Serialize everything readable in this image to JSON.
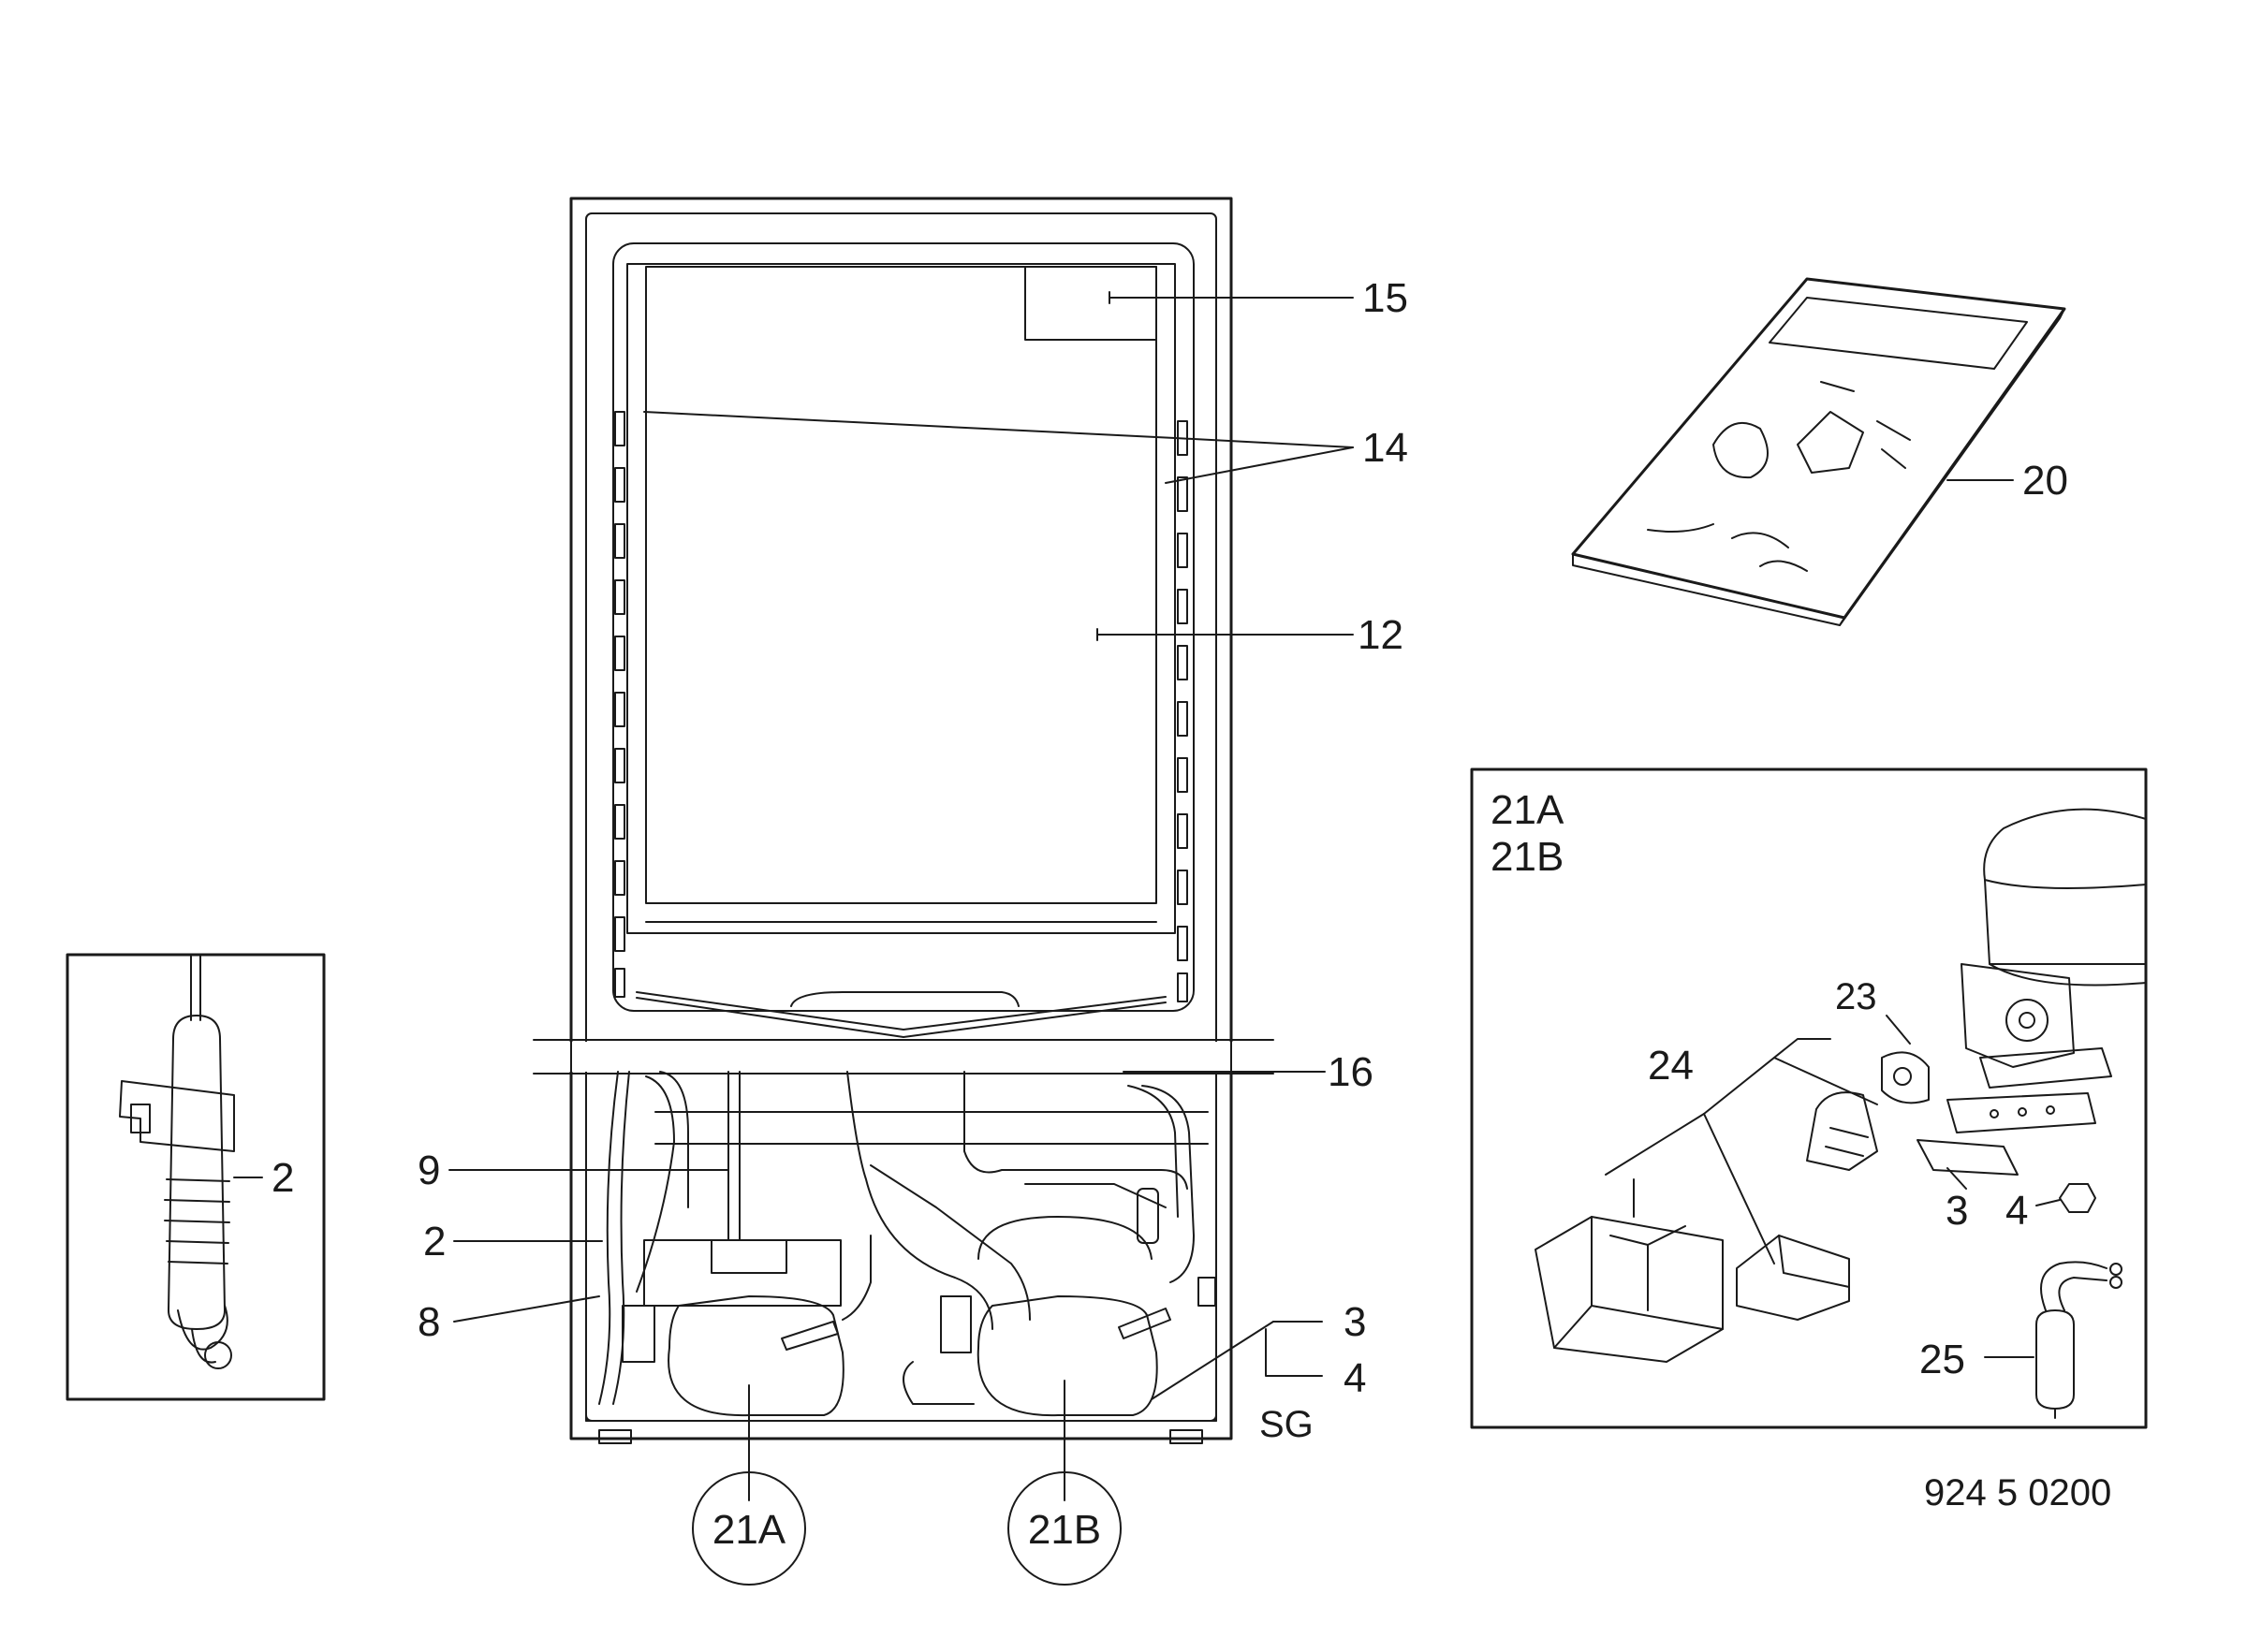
{
  "diagram": {
    "labels": {
      "l15": "15",
      "l14": "14",
      "l12": "12",
      "l20": "20",
      "l16": "16",
      "l9": "9",
      "l2_main": "2",
      "l8": "8",
      "l3_main": "3",
      "l4_main": "4",
      "sg": "SG",
      "l21a_circle": "21A",
      "l21b_circle": "21B",
      "l2_detail": "2",
      "box_title_a": "21A",
      "box_title_b": "21B",
      "l23": "23",
      "l24": "24",
      "l3_box": "3",
      "l4_box": "4",
      "l25": "25"
    },
    "drawing_number": "924 5 0200"
  }
}
